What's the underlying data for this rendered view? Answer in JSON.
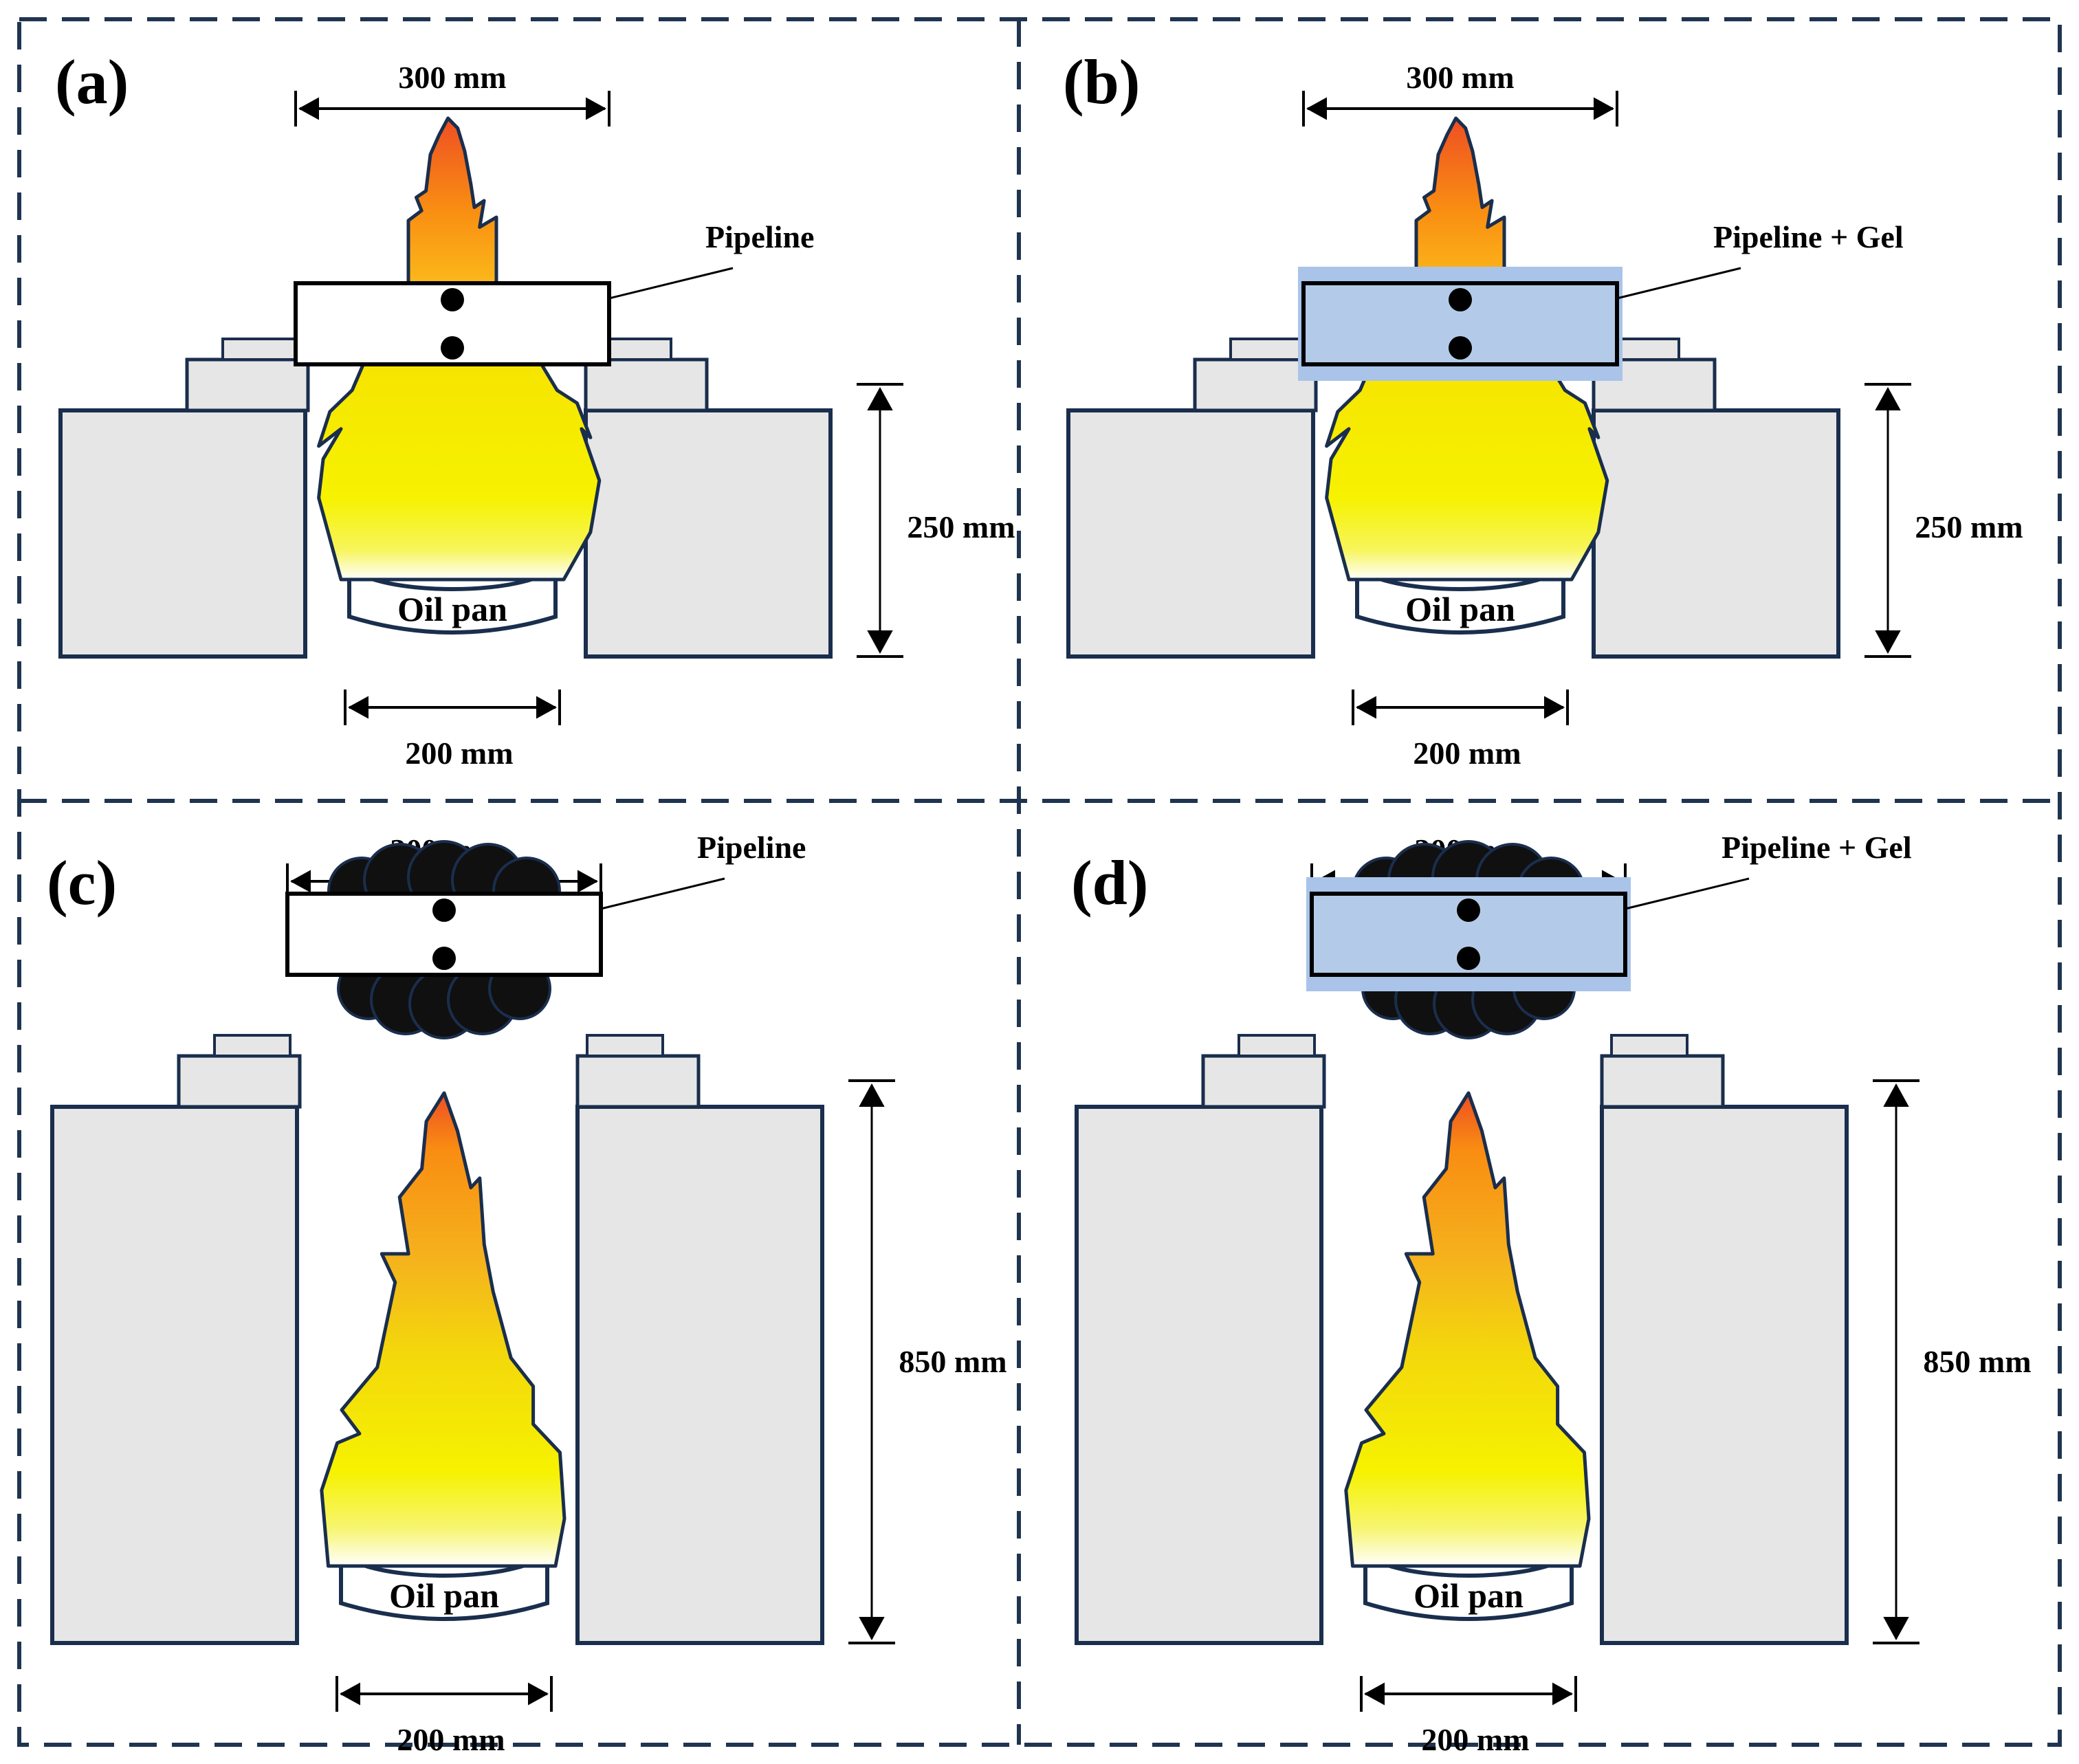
{
  "colors": {
    "border": "#1f3450",
    "wall_fill": "#e6e6e6",
    "wall_stroke": "#1a2e4d",
    "gel_fill": "#b3cbe8",
    "gel_edge": "#a9c4e8",
    "smoke": "#101010",
    "flame_red": "#ee4f23",
    "flame_orange": "#f98d12",
    "flame_yellow": "#f6f200",
    "dot": "#000000"
  },
  "icons": {
    "flame": "flame-icon",
    "smoke": "smoke-cloud-icon",
    "oil_pan": "oil-pan-icon",
    "dimension": "double-arrow-icon"
  },
  "panels": [
    {
      "label": "(a)",
      "pipe_label": "Pipeline",
      "pipe_width": "300 mm",
      "height": "250 mm",
      "pan_diameter": "200 mm",
      "pan_label": "Oil pan",
      "gel": false,
      "smoke": false,
      "tall": false
    },
    {
      "label": "(b)",
      "pipe_label": "Pipeline + Gel",
      "pipe_width": "300 mm",
      "height": "250 mm",
      "pan_diameter": "200 mm",
      "pan_label": "Oil pan",
      "gel": true,
      "smoke": false,
      "tall": false
    },
    {
      "label": "(c)",
      "pipe_label": "Pipeline",
      "pipe_width": "300 mm",
      "height": "850 mm",
      "pan_diameter": "200 mm",
      "pan_label": "Oil pan",
      "gel": false,
      "smoke": true,
      "tall": true
    },
    {
      "label": "(d)",
      "pipe_label": "Pipeline + Gel",
      "pipe_width": "300 mm",
      "height": "850 mm",
      "pan_diameter": "200 mm",
      "pan_label": "Oil pan",
      "gel": true,
      "smoke": true,
      "tall": true
    }
  ]
}
